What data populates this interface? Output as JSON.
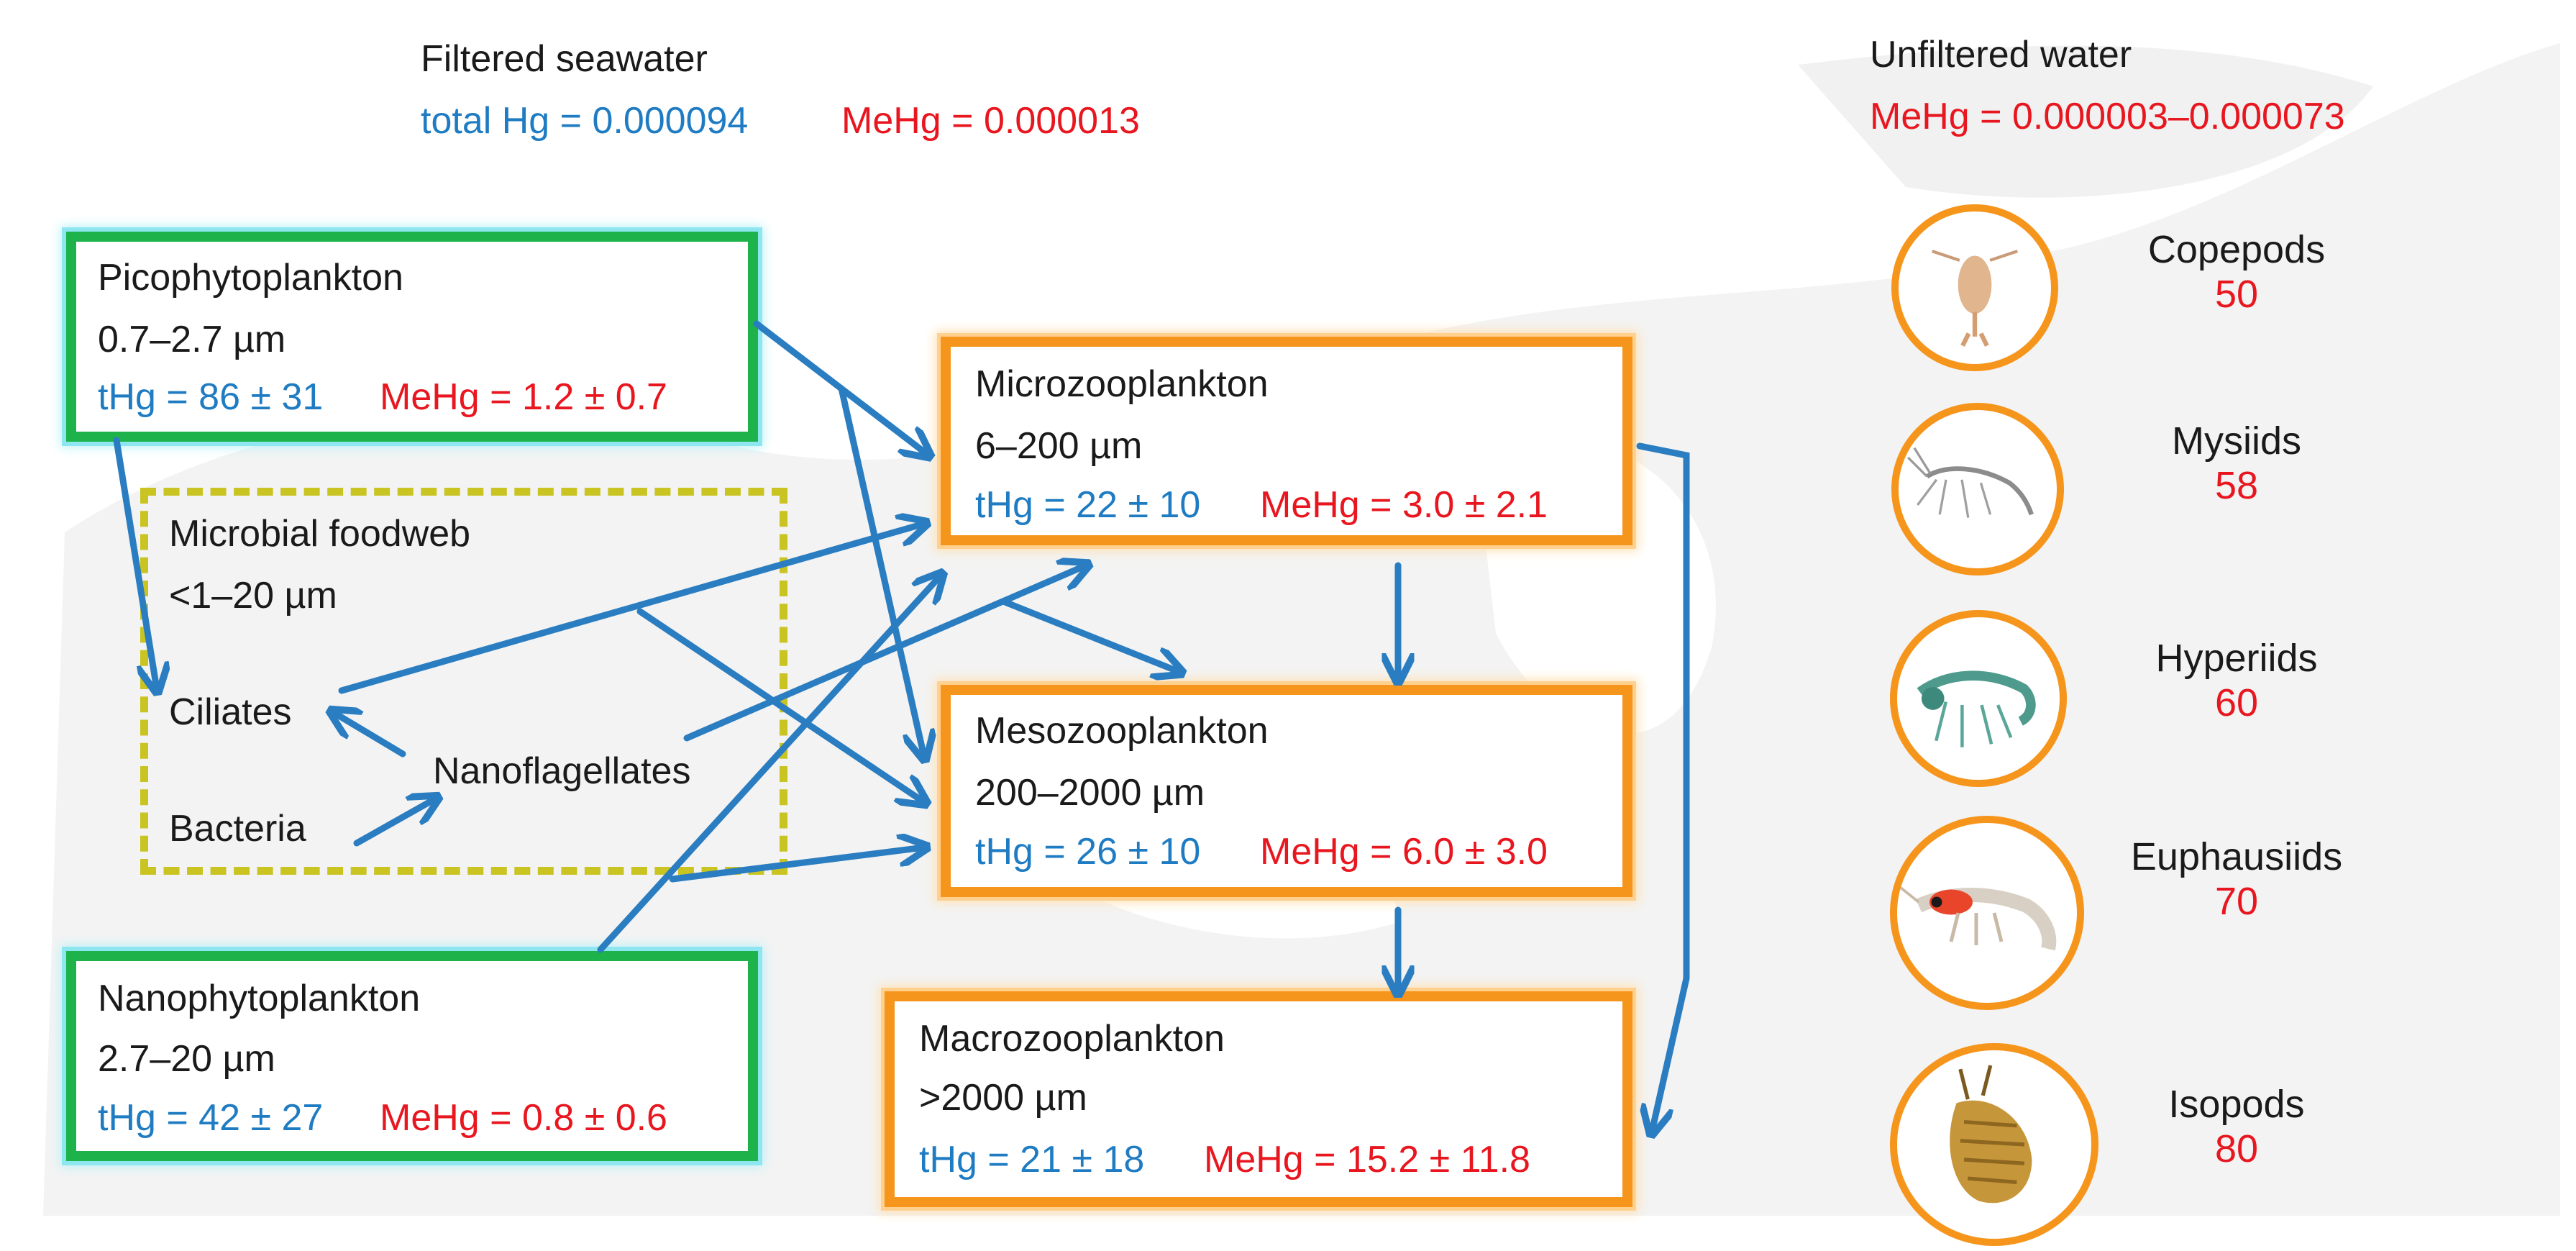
{
  "filtered": {
    "title": "Filtered seawater",
    "thg": "total Hg = 0.000094",
    "mehg": "MeHg = 0.000013"
  },
  "unfiltered": {
    "title": "Unfiltered water",
    "mehg": "MeHg = 0.000003–0.000073"
  },
  "pico": {
    "name": "Picophytoplankton",
    "size": "0.7–2.7 µm",
    "thg": "tHg = 86 ± 31",
    "mehg": "MeHg = 1.2 ± 0.7"
  },
  "nano": {
    "name": "Nanophytoplankton",
    "size": "2.7–20 µm",
    "thg": "tHg = 42 ± 27",
    "mehg": "MeHg = 0.8 ± 0.6"
  },
  "micro": {
    "name": "Microzooplankton",
    "size": "6–200 µm",
    "thg": "tHg = 22 ± 10",
    "mehg": "MeHg = 3.0 ± 2.1"
  },
  "meso": {
    "name": "Mesozooplankton",
    "size": "200–2000 µm",
    "thg": "tHg = 26 ± 10",
    "mehg": "MeHg = 6.0 ± 3.0"
  },
  "macro": {
    "name": "Macrozooplankton",
    "size": ">2000 µm",
    "thg": "tHg = 21 ± 18",
    "mehg": "MeHg = 15.2 ± 11.8"
  },
  "microbial": {
    "name": "Microbial foodweb",
    "size": "<1–20 µm",
    "ciliates": "Ciliates",
    "nanoflagellates": "Nanoflagellates",
    "bacteria": "Bacteria"
  },
  "taxa": [
    {
      "name": "Copepods",
      "value": "50",
      "icon": "copepod-icon"
    },
    {
      "name": "Mysiids",
      "value": "58",
      "icon": "mysid-icon"
    },
    {
      "name": "Hyperiids",
      "value": "60",
      "icon": "hyperiid-icon"
    },
    {
      "name": "Euphausiids",
      "value": "70",
      "icon": "euphausiid-icon"
    },
    {
      "name": "Isopods",
      "value": "80",
      "icon": "isopod-icon"
    }
  ],
  "colors": {
    "thg": "#1f7cc2",
    "mehg": "#e8161f",
    "phytoplankton_border": "#1db24a",
    "zooplankton_border": "#f6951c",
    "microbial_border": "#c9c422",
    "arrow": "#2a7dc0"
  }
}
